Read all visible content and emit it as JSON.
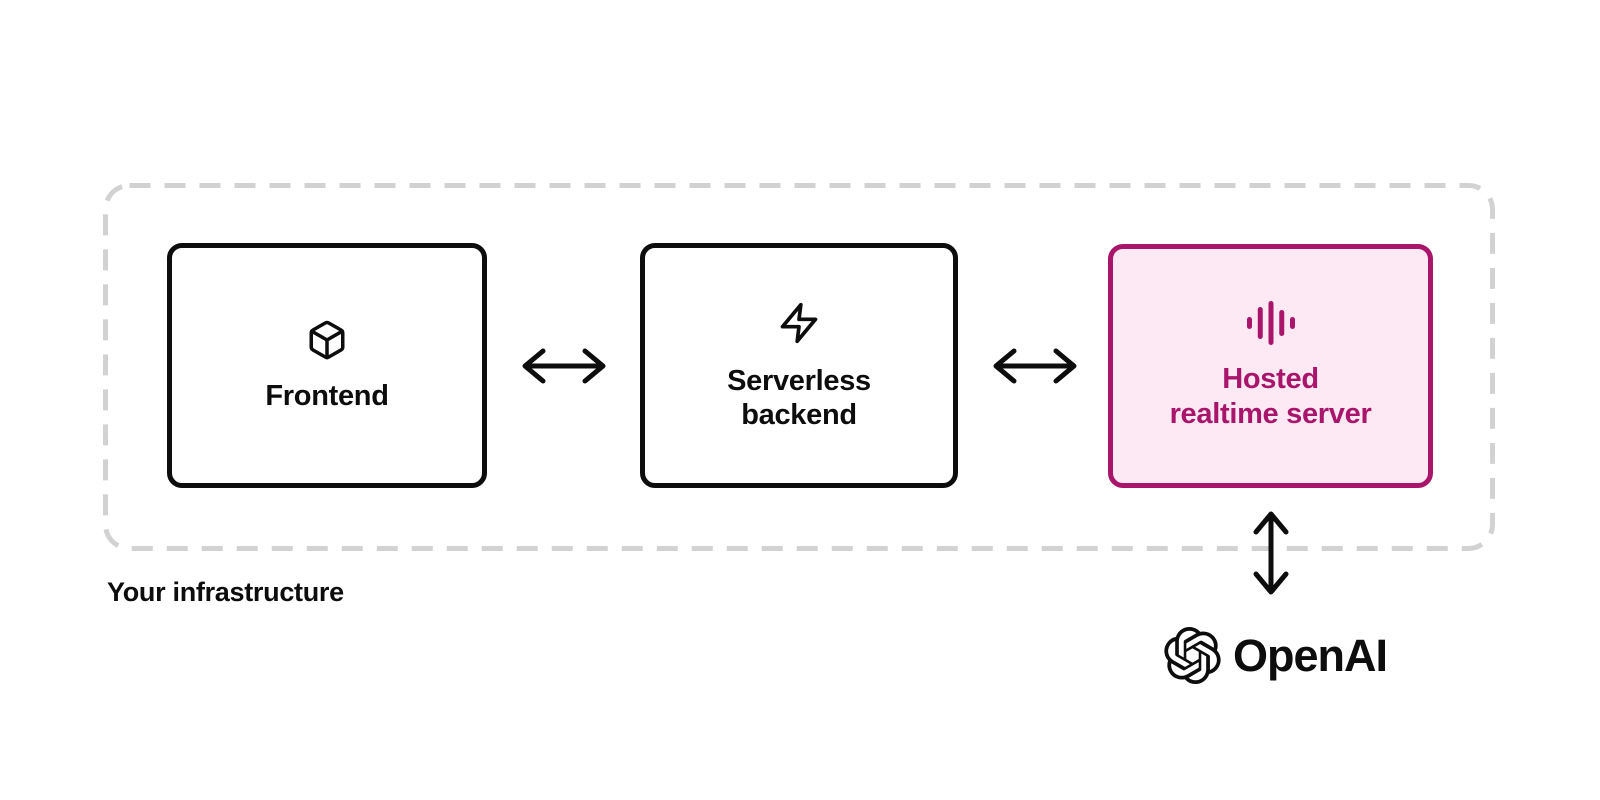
{
  "diagram": {
    "title_context": "Realtime API architecture diagram",
    "container": {
      "label": "Your infrastructure",
      "border_style": "dashed",
      "border_color": "#d2d2d2"
    },
    "nodes": [
      {
        "id": "frontend",
        "label": "Frontend",
        "icon": "cube-icon",
        "border_color": "#0d0d0d",
        "fill": "#ffffff",
        "text_color": "#0d0d0d",
        "inside_infrastructure": true
      },
      {
        "id": "serverless-backend",
        "label": "Serverless\nbackend",
        "icon": "lightning-icon",
        "border_color": "#0d0d0d",
        "fill": "#ffffff",
        "text_color": "#0d0d0d",
        "inside_infrastructure": true
      },
      {
        "id": "hosted-realtime-server",
        "label": "Hosted\nrealtime server",
        "icon": "waveform-icon",
        "border_color": "#a8156b",
        "fill": "#fce9f4",
        "text_color": "#a8156b",
        "inside_infrastructure": true,
        "highlighted": true
      }
    ],
    "connectors": [
      {
        "id": "frontend-to-serverless",
        "type": "double-arrow-horizontal",
        "between": [
          "frontend",
          "serverless-backend"
        ]
      },
      {
        "id": "serverless-to-realtime",
        "type": "double-arrow-horizontal",
        "between": [
          "serverless-backend",
          "hosted-realtime-server"
        ]
      },
      {
        "id": "realtime-to-openai",
        "type": "double-arrow-vertical",
        "between": [
          "hosted-realtime-server",
          "openai"
        ]
      }
    ],
    "external": {
      "id": "openai",
      "label": "OpenAI",
      "icon": "openai-logo-icon"
    },
    "colors": {
      "accent": "#a8156b",
      "accent_fill": "#fce9f4",
      "node_border": "#0d0d0d",
      "dashed_border": "#d2d2d2",
      "arrow": "#0d0d0d",
      "background": "#ffffff"
    }
  }
}
